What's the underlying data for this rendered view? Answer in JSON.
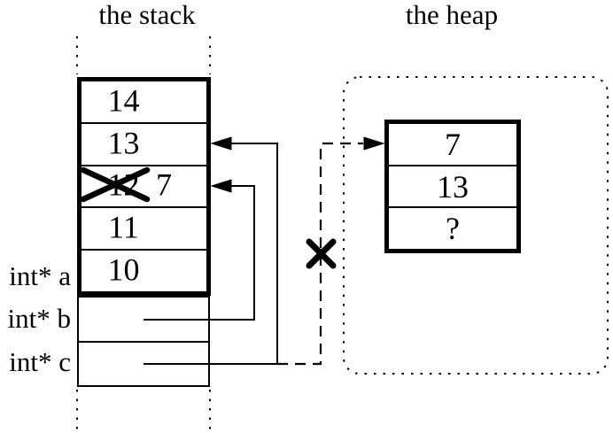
{
  "titles": {
    "stack": "the stack",
    "heap": "the heap"
  },
  "stack": {
    "cells": [
      {
        "value": "14"
      },
      {
        "value": "13"
      },
      {
        "value": "12",
        "new_value": "7",
        "crossed_out": true
      },
      {
        "value": "11"
      },
      {
        "value": "10"
      }
    ]
  },
  "pointers": {
    "labels": [
      "int* a",
      "int* b",
      "int* c"
    ]
  },
  "heap": {
    "cells": [
      {
        "value": "7"
      },
      {
        "value": "13"
      },
      {
        "value": "?"
      }
    ]
  },
  "icons": {
    "crossout_x": "x-mark",
    "arrowhead_left": "left-arrowhead",
    "arrowhead_right": "right-arrowhead"
  },
  "colors": {
    "ink": "#000000",
    "background": "#ffffff"
  }
}
